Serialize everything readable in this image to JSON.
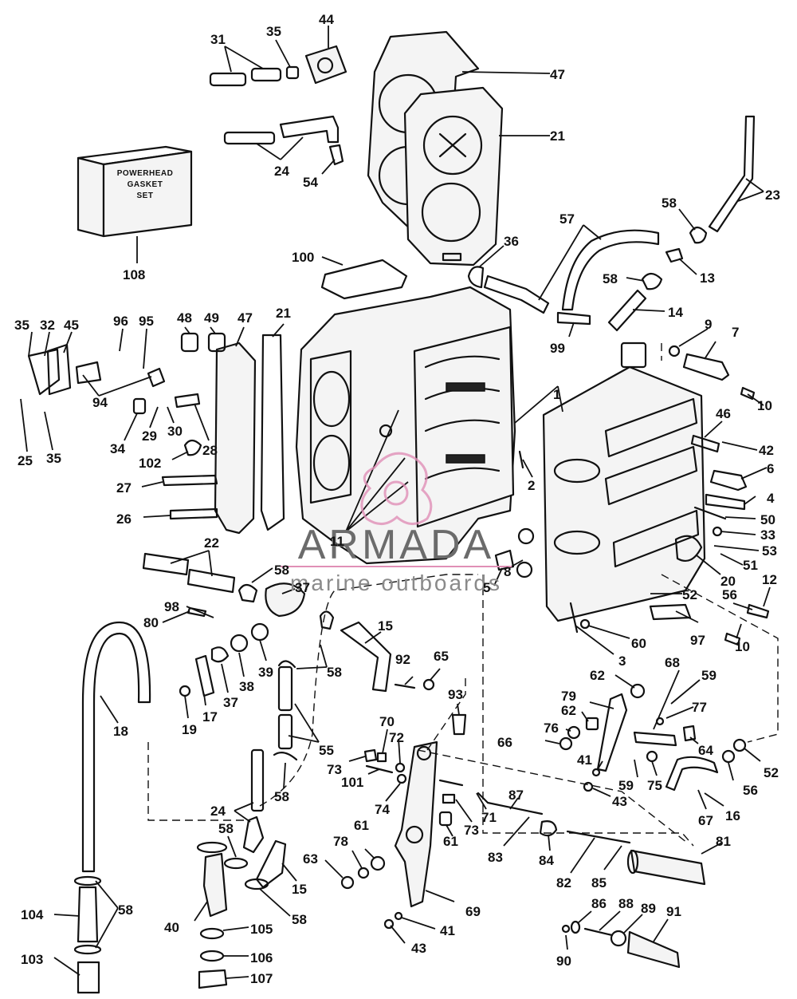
{
  "gasket_set_box": {
    "line1": "POWERHEAD",
    "line2": "GASKET",
    "line3": "SET"
  },
  "watermark": {
    "brand": "ARMADA",
    "tagline": "marine outboards"
  },
  "callouts": [
    {
      "id": "c1",
      "label": "1"
    },
    {
      "id": "c2",
      "label": "2"
    },
    {
      "id": "c3",
      "label": "3"
    },
    {
      "id": "c4",
      "label": "4"
    },
    {
      "id": "c5",
      "label": "5"
    },
    {
      "id": "c6",
      "label": "6"
    },
    {
      "id": "c7",
      "label": "7"
    },
    {
      "id": "c8",
      "label": "8"
    },
    {
      "id": "c9",
      "label": "9"
    },
    {
      "id": "c10a",
      "label": "10"
    },
    {
      "id": "c10b",
      "label": "10"
    },
    {
      "id": "c11",
      "label": "11"
    },
    {
      "id": "c12",
      "label": "12"
    },
    {
      "id": "c13",
      "label": "13"
    },
    {
      "id": "c14",
      "label": "14"
    },
    {
      "id": "c15a",
      "label": "15"
    },
    {
      "id": "c15b",
      "label": "15"
    },
    {
      "id": "c16",
      "label": "16"
    },
    {
      "id": "c17",
      "label": "17"
    },
    {
      "id": "c18",
      "label": "18"
    },
    {
      "id": "c19",
      "label": "19"
    },
    {
      "id": "c20",
      "label": "20"
    },
    {
      "id": "c21a",
      "label": "21"
    },
    {
      "id": "c21b",
      "label": "21"
    },
    {
      "id": "c22",
      "label": "22"
    },
    {
      "id": "c23",
      "label": "23"
    },
    {
      "id": "c24a",
      "label": "24"
    },
    {
      "id": "c24b",
      "label": "24"
    },
    {
      "id": "c25",
      "label": "25"
    },
    {
      "id": "c26",
      "label": "26"
    },
    {
      "id": "c27",
      "label": "27"
    },
    {
      "id": "c28",
      "label": "28"
    },
    {
      "id": "c29",
      "label": "29"
    },
    {
      "id": "c30",
      "label": "30"
    },
    {
      "id": "c31",
      "label": "31"
    },
    {
      "id": "c32",
      "label": "32"
    },
    {
      "id": "c33",
      "label": "33"
    },
    {
      "id": "c34",
      "label": "34"
    },
    {
      "id": "c35a",
      "label": "35"
    },
    {
      "id": "c35b",
      "label": "35"
    },
    {
      "id": "c35c",
      "label": "35"
    },
    {
      "id": "c36",
      "label": "36"
    },
    {
      "id": "c37a",
      "label": "37"
    },
    {
      "id": "c37b",
      "label": "37"
    },
    {
      "id": "c38",
      "label": "38"
    },
    {
      "id": "c39",
      "label": "39"
    },
    {
      "id": "c40",
      "label": "40"
    },
    {
      "id": "c41a",
      "label": "41"
    },
    {
      "id": "c41b",
      "label": "41"
    },
    {
      "id": "c42",
      "label": "42"
    },
    {
      "id": "c43a",
      "label": "43"
    },
    {
      "id": "c43b",
      "label": "43"
    },
    {
      "id": "c44",
      "label": "44"
    },
    {
      "id": "c45",
      "label": "45"
    },
    {
      "id": "c46",
      "label": "46"
    },
    {
      "id": "c47a",
      "label": "47"
    },
    {
      "id": "c47b",
      "label": "47"
    },
    {
      "id": "c48",
      "label": "48"
    },
    {
      "id": "c49",
      "label": "49"
    },
    {
      "id": "c50",
      "label": "50"
    },
    {
      "id": "c51",
      "label": "51"
    },
    {
      "id": "c52a",
      "label": "52"
    },
    {
      "id": "c52b",
      "label": "52"
    },
    {
      "id": "c53",
      "label": "53"
    },
    {
      "id": "c54",
      "label": "54"
    },
    {
      "id": "c55",
      "label": "55"
    },
    {
      "id": "c56a",
      "label": "56"
    },
    {
      "id": "c56b",
      "label": "56"
    },
    {
      "id": "c57",
      "label": "57"
    },
    {
      "id": "c58a",
      "label": "58"
    },
    {
      "id": "c58b",
      "label": "58"
    },
    {
      "id": "c58c",
      "label": "58"
    },
    {
      "id": "c58d",
      "label": "58"
    },
    {
      "id": "c58e",
      "label": "58"
    },
    {
      "id": "c58f",
      "label": "58"
    },
    {
      "id": "c58g",
      "label": "58"
    },
    {
      "id": "c58h",
      "label": "58"
    },
    {
      "id": "c58i",
      "label": "58"
    },
    {
      "id": "c59a",
      "label": "59"
    },
    {
      "id": "c59b",
      "label": "59"
    },
    {
      "id": "c60",
      "label": "60"
    },
    {
      "id": "c61a",
      "label": "61"
    },
    {
      "id": "c61b",
      "label": "61"
    },
    {
      "id": "c62a",
      "label": "62"
    },
    {
      "id": "c62b",
      "label": "62"
    },
    {
      "id": "c63",
      "label": "63"
    },
    {
      "id": "c64",
      "label": "64"
    },
    {
      "id": "c65",
      "label": "65"
    },
    {
      "id": "c66",
      "label": "66"
    },
    {
      "id": "c67",
      "label": "67"
    },
    {
      "id": "c68",
      "label": "68"
    },
    {
      "id": "c69",
      "label": "69"
    },
    {
      "id": "c70",
      "label": "70"
    },
    {
      "id": "c71",
      "label": "71"
    },
    {
      "id": "c72",
      "label": "72"
    },
    {
      "id": "c73a",
      "label": "73"
    },
    {
      "id": "c73b",
      "label": "73"
    },
    {
      "id": "c74",
      "label": "74"
    },
    {
      "id": "c75",
      "label": "75"
    },
    {
      "id": "c76",
      "label": "76"
    },
    {
      "id": "c77",
      "label": "77"
    },
    {
      "id": "c78",
      "label": "78"
    },
    {
      "id": "c79",
      "label": "79"
    },
    {
      "id": "c80",
      "label": "80"
    },
    {
      "id": "c81",
      "label": "81"
    },
    {
      "id": "c82",
      "label": "82"
    },
    {
      "id": "c83",
      "label": "83"
    },
    {
      "id": "c84",
      "label": "84"
    },
    {
      "id": "c85",
      "label": "85"
    },
    {
      "id": "c86",
      "label": "86"
    },
    {
      "id": "c87",
      "label": "87"
    },
    {
      "id": "c88",
      "label": "88"
    },
    {
      "id": "c89",
      "label": "89"
    },
    {
      "id": "c90",
      "label": "90"
    },
    {
      "id": "c91",
      "label": "91"
    },
    {
      "id": "c92",
      "label": "92"
    },
    {
      "id": "c93",
      "label": "93"
    },
    {
      "id": "c94",
      "label": "94"
    },
    {
      "id": "c95",
      "label": "95"
    },
    {
      "id": "c96",
      "label": "96"
    },
    {
      "id": "c97",
      "label": "97"
    },
    {
      "id": "c98",
      "label": "98"
    },
    {
      "id": "c99",
      "label": "99"
    },
    {
      "id": "c100",
      "label": "100"
    },
    {
      "id": "c101",
      "label": "101"
    },
    {
      "id": "c102",
      "label": "102"
    },
    {
      "id": "c103",
      "label": "103"
    },
    {
      "id": "c104",
      "label": "104"
    },
    {
      "id": "c105",
      "label": "105"
    },
    {
      "id": "c106",
      "label": "106"
    },
    {
      "id": "c107",
      "label": "107"
    },
    {
      "id": "c108",
      "label": "108"
    }
  ]
}
